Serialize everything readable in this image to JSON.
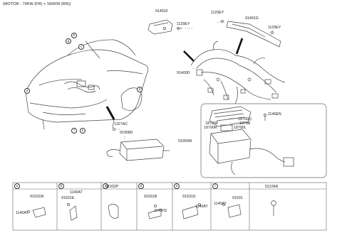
{
  "caption": "(MOTOR - 70KW (FR) + 160KW (RR))",
  "parts": {
    "p91491F": "91491F",
    "p1129EY_a": "1129EY",
    "p1129EY_b": "1129EY",
    "p1129EY_c": "1129EY",
    "p91491G": "91491G",
    "p91400D": "91400D",
    "p1327AC": "1327AC",
    "p91958D": "91958D",
    "p1140EN": "1140EN",
    "p18790Q": "18790Q",
    "p1879A": "1879A",
    "p18790P": "18790P",
    "p18790R": "18790R",
    "p18790L": "18790L",
    "p91950M": "91950M"
  },
  "callouts": [
    "a",
    "b",
    "c",
    "d",
    "e",
    "f",
    "g"
  ],
  "table": {
    "cells": [
      {
        "letter": "a",
        "parts": [
          "91931M",
          "1140AT"
        ]
      },
      {
        "letter": "b",
        "parts": [
          "1140AT",
          "91931E"
        ]
      },
      {
        "letter": "c",
        "parts": [
          "91932P"
        ]
      },
      {
        "letter": "d",
        "parts": [
          "91931B",
          "1140FD"
        ]
      },
      {
        "letter": "e",
        "parts": [
          "91931D",
          "1140AT"
        ]
      },
      {
        "letter": "f",
        "parts": [
          "1140AT",
          "91931"
        ]
      },
      {
        "letter": "",
        "parts": [
          "91234A"
        ]
      }
    ]
  }
}
